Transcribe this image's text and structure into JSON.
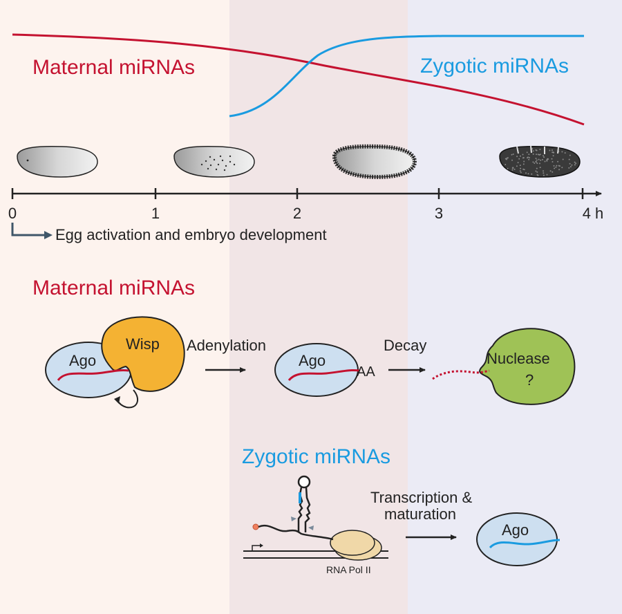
{
  "colors": {
    "maternal": "#c41230",
    "zygotic": "#1a9be0",
    "band_early": "#fdf3ee",
    "band_mid": "#f1e5e6",
    "band_late": "#ebebf5",
    "wisp": "#f4b233",
    "ago": "#cddff0",
    "nuclease": "#9fc256",
    "polymerase": "#f0d8a8"
  },
  "timeline": {
    "ticks": [
      "0",
      "1",
      "2",
      "3",
      "4 h"
    ],
    "caption": "Egg activation and embryo development"
  },
  "top_curves": {
    "maternal_label": "Maternal miRNAs",
    "zygotic_label": "Zygotic miRNAs"
  },
  "maternal_pathway": {
    "heading": "Maternal miRNAs",
    "ago_label": "Ago",
    "wisp_label": "Wisp",
    "step1": "Adenylation",
    "ago2_label": "Ago",
    "tail_label": "AA",
    "step2": "Decay",
    "nuclease_label": "Nuclease",
    "nuclease_q": "?"
  },
  "zygotic_pathway": {
    "heading": "Zygotic miRNAs",
    "step_line1": "Transcription &",
    "step_line2": "maturation",
    "polymerase_label": "RNA Pol II",
    "ago_label": "Ago"
  }
}
